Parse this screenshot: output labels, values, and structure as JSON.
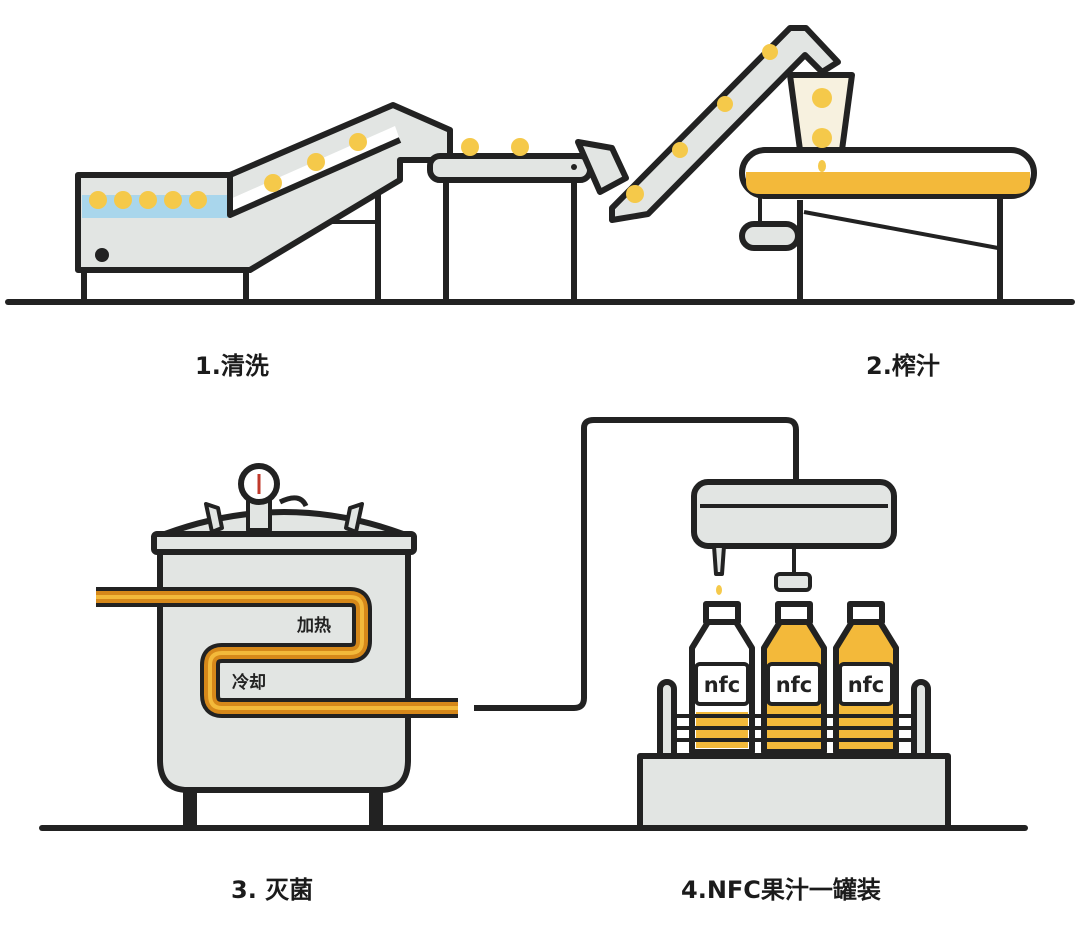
{
  "steps": {
    "wash": "1.清洗",
    "juice": "2.榨汁",
    "sterilize": "3. 灭菌",
    "filling": "4.NFC果汁一罐装"
  },
  "tank": {
    "heat_label": "加热",
    "cool_label": "冷却"
  },
  "bottles": {
    "label": "nfc"
  },
  "colors": {
    "outline": "#222222",
    "machine_gray": "#e2e5e3",
    "juice": "#f3b93a",
    "fruit": "#f5c94a",
    "water": "#a9d6ec",
    "pipe": "#d6881a"
  }
}
